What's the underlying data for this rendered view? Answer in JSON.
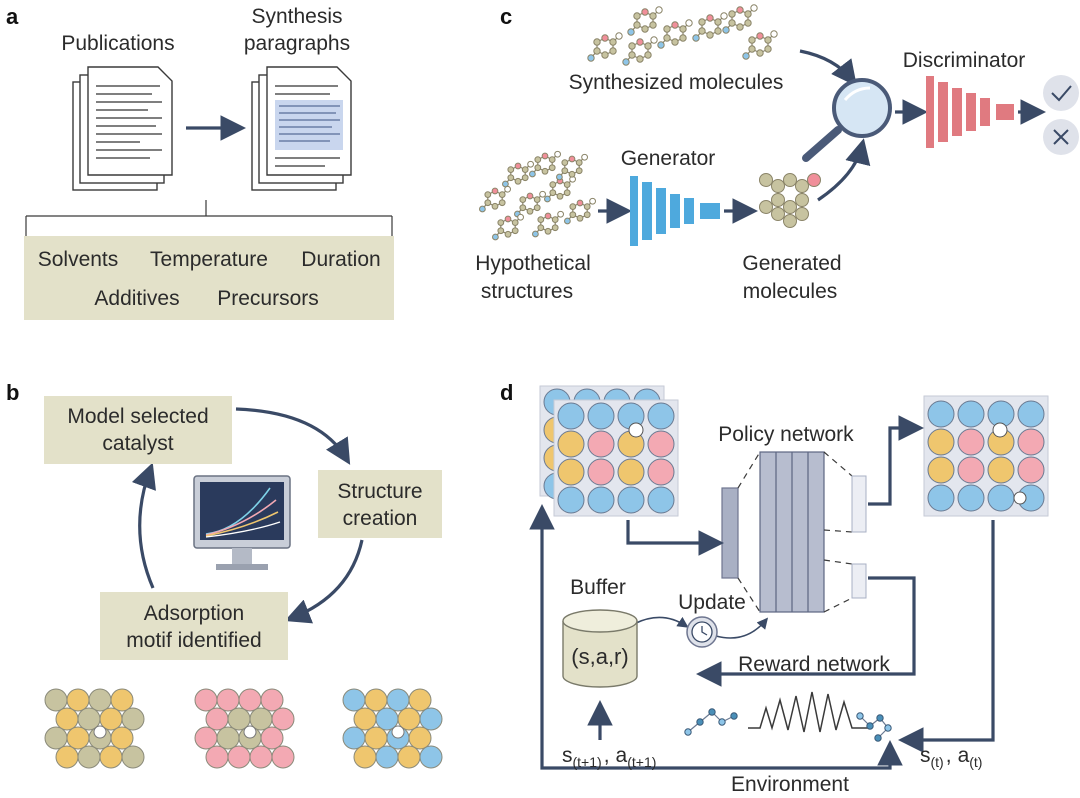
{
  "panels": {
    "a": "a",
    "b": "b",
    "c": "c",
    "d": "d"
  },
  "panel_a": {
    "publications": "Publications",
    "synthesis_line1": "Synthesis",
    "synthesis_line2": "paragraphs",
    "params": [
      "Solvents",
      "Temperature",
      "Duration",
      "Additives",
      "Precursors"
    ]
  },
  "panel_b": {
    "model_line1": "Model selected",
    "model_line2": "catalyst",
    "structure_line1": "Structure",
    "structure_line2": "creation",
    "adsorption_line1": "Adsorption",
    "adsorption_line2": "motif identified"
  },
  "panel_c": {
    "synthesized": "Synthesized molecules",
    "discriminator": "Discriminator",
    "generator": "Generator",
    "hypothetical_line1": "Hypothetical",
    "hypothetical_line2": "structures",
    "generated_line1": "Generated",
    "generated_line2": "molecules"
  },
  "panel_d": {
    "policy_network": "Policy network",
    "buffer": "Buffer",
    "update": "Update",
    "buffer_content": "(s,a,r)",
    "reward_network": "Reward network",
    "environment": "Environment",
    "state_next_s": "s",
    "state_next_s_sub": "(t+1)",
    "state_next_a": "a",
    "state_next_a_sub": "(t+1)",
    "state_now_s": "s",
    "state_now_s_sub": "(t)",
    "state_now_a": "a",
    "state_now_a_sub": "(t)"
  },
  "colors": {
    "box": "#e3e1c9",
    "arrow": "#3a4a66",
    "blue_atom": "#8ec5e8",
    "red_atom": "#f3a9b3",
    "gold_atom": "#efc66e",
    "gray_atom": "#c7c3a0",
    "generator": "#4ea9dd",
    "discriminator": "#e07a80"
  }
}
